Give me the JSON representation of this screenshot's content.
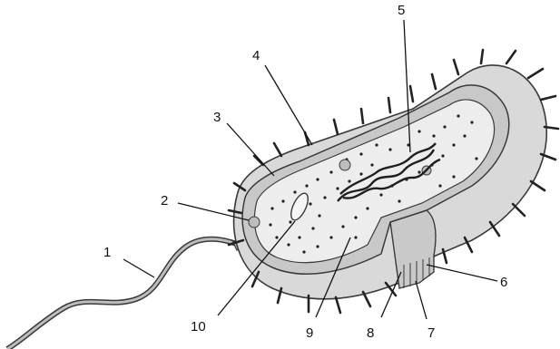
{
  "diagram": {
    "subject": "bacterial-cell",
    "labels": {
      "n1": "1",
      "n2": "2",
      "n3": "3",
      "n4": "4",
      "n5": "5",
      "n6": "6",
      "n7": "7",
      "n8": "8",
      "n9": "9",
      "n10": "10"
    },
    "colors": {
      "capsule": "#d9d9d9",
      "wall": "#cfcfcf",
      "cytoplasm": "#ededed",
      "outline": "#3a3a3a",
      "ink": "#111111"
    }
  }
}
